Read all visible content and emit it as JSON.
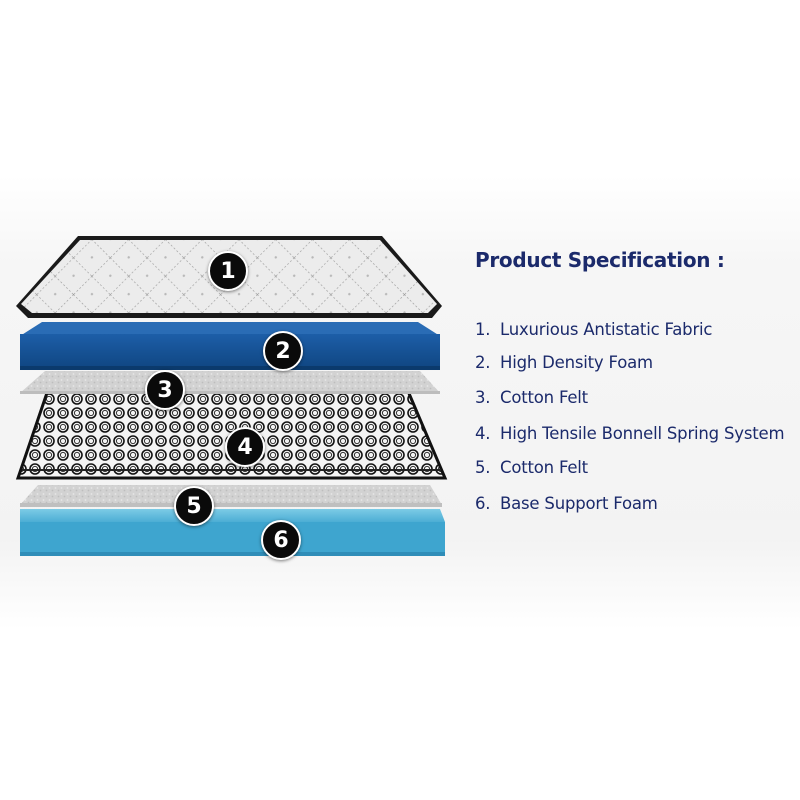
{
  "layers": [
    {
      "number": "1",
      "color": "#e9e9e9"
    },
    {
      "number": "2",
      "color": "#124c8e"
    },
    {
      "number": "3",
      "color": "#cfcfcf"
    },
    {
      "number": "4",
      "color": "#111111"
    },
    {
      "number": "5",
      "color": "#d4d4d4"
    },
    {
      "number": "6",
      "color": "#3ea5cf"
    }
  ],
  "spec": {
    "title": "Product Specification :",
    "items": [
      {
        "num": "1.",
        "label": "Luxurious Antistatic Fabric"
      },
      {
        "num": "2.",
        "label": "High Density Foam"
      },
      {
        "num": "3.",
        "label": "Cotton Felt"
      },
      {
        "num": "4.",
        "label": "High Tensile Bonnell Spring System"
      },
      {
        "num": "5.",
        "label": "Cotton Felt"
      },
      {
        "num": "6.",
        "label": "Base Support Foam"
      }
    ],
    "text_color": "#1b2a6b"
  }
}
